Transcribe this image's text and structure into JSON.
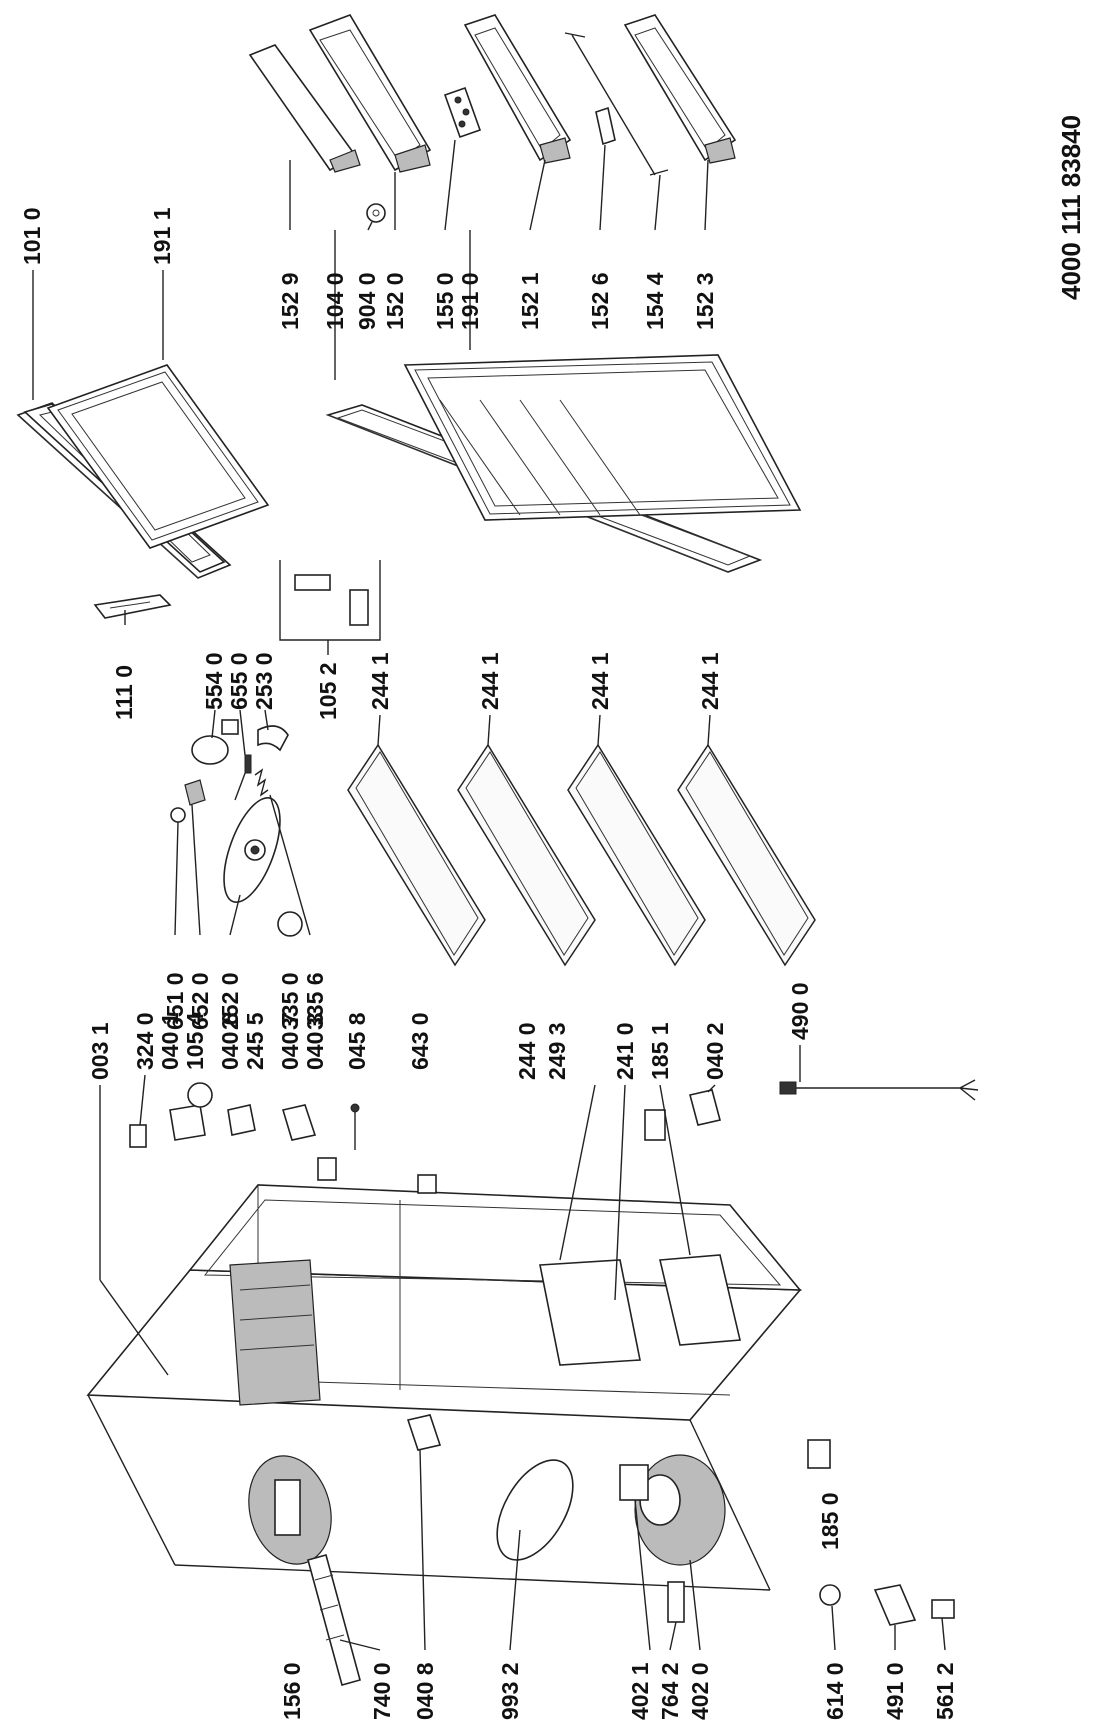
{
  "document_number": "4000 111 83840",
  "labels": [
    "101 0",
    "191 1",
    "152 9",
    "104 0",
    "904 0",
    "152 0",
    "155 0",
    "191 0",
    "152 1",
    "152 6",
    "154 4",
    "152 3",
    "111 0",
    "554 0",
    "655 0",
    "253 0",
    "105 2",
    "244 1",
    "244 1",
    "244 1",
    "244 1",
    "651 0",
    "652 0",
    "252 0",
    "335 0",
    "335 6",
    "003 1",
    "324 0",
    "040 1",
    "105 4",
    "040 6",
    "245 5",
    "040 7",
    "040 3",
    "045 8",
    "643 0",
    "244 0",
    "249 3",
    "241 0",
    "185 1",
    "040 2",
    "490 0",
    "185 0",
    "156 0",
    "740 0",
    "040 8",
    "993 2",
    "764 2",
    "402 1",
    "402 0",
    "614 0",
    "491 0",
    "561 2"
  ],
  "parts": {
    "door_top": "freezer-door",
    "door_bottom": "fridge-door",
    "shelves": "glass-shelf",
    "cabinet": "cabinet",
    "compressor": "compressor",
    "thermostat": "thermostat-housing",
    "power_cord": "power-cord"
  }
}
